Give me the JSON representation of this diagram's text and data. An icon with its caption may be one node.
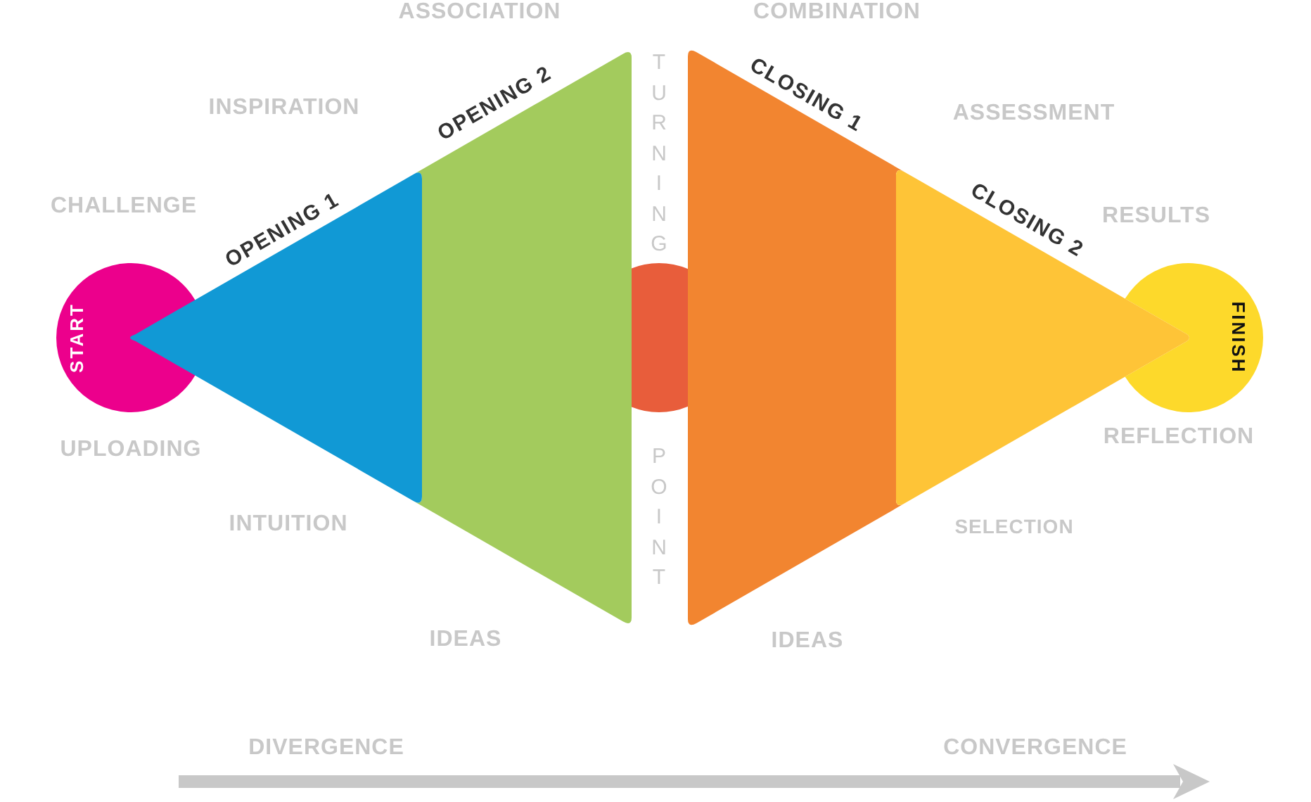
{
  "diagram": {
    "nodes": [
      {
        "text": [
          "START"
        ]
      },
      {
        "text": [
          "OPENING 1"
        ]
      },
      {
        "text": [
          "OPENING 2"
        ]
      },
      {
        "text": [
          "TURNING",
          "POINT"
        ]
      },
      {
        "text": [
          "CLOSING 1"
        ]
      },
      {
        "text": [
          "CLOSING 2"
        ]
      },
      {
        "text": [
          "FINISH"
        ]
      }
    ],
    "labels": [
      "ASSOCIATION",
      "COMBINATION",
      "INSPIRATION",
      "ASSESSMENT",
      "CHALLENGE",
      "RESULTS",
      "UPLOADING",
      "REFLECTION",
      "INTUITION",
      "SELECTION",
      "IDEAS",
      "IDEAS",
      "DIVERGENCE",
      "CONVERGENCE"
    ]
  }
}
